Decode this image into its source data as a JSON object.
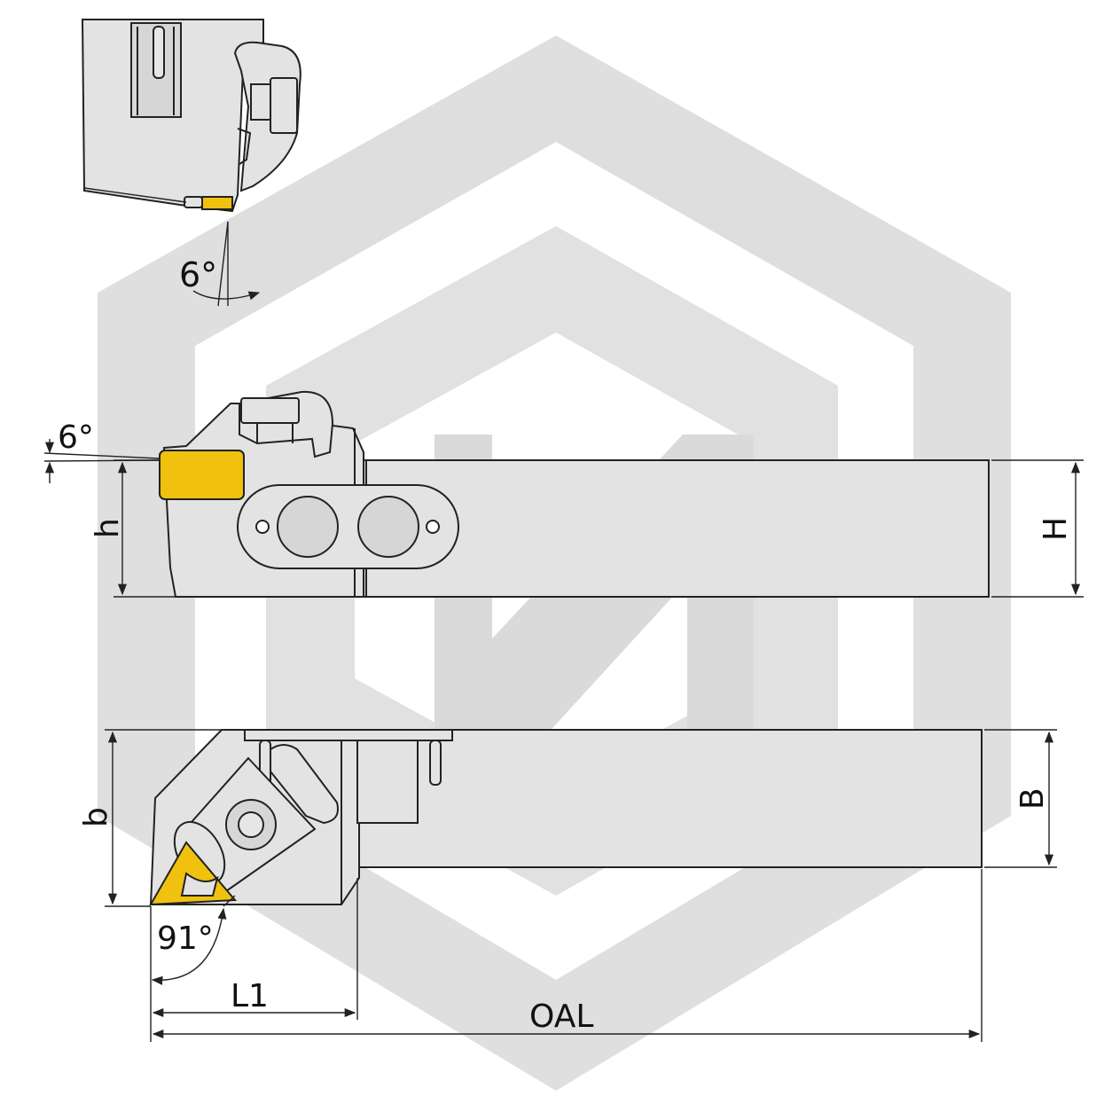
{
  "labels": {
    "angle_clearance_top": "6°",
    "angle_clearance_side": "6°",
    "height_tip": "h",
    "height_total": "H",
    "width_body": "b",
    "width_shank": "B",
    "approach_angle": "91°",
    "length_head": "L1",
    "length_overall": "OAL"
  },
  "colors": {
    "insert": "#f0c20f",
    "body": "#e3e3e3",
    "watermark": "#d6d6d6",
    "line": "#222222"
  }
}
